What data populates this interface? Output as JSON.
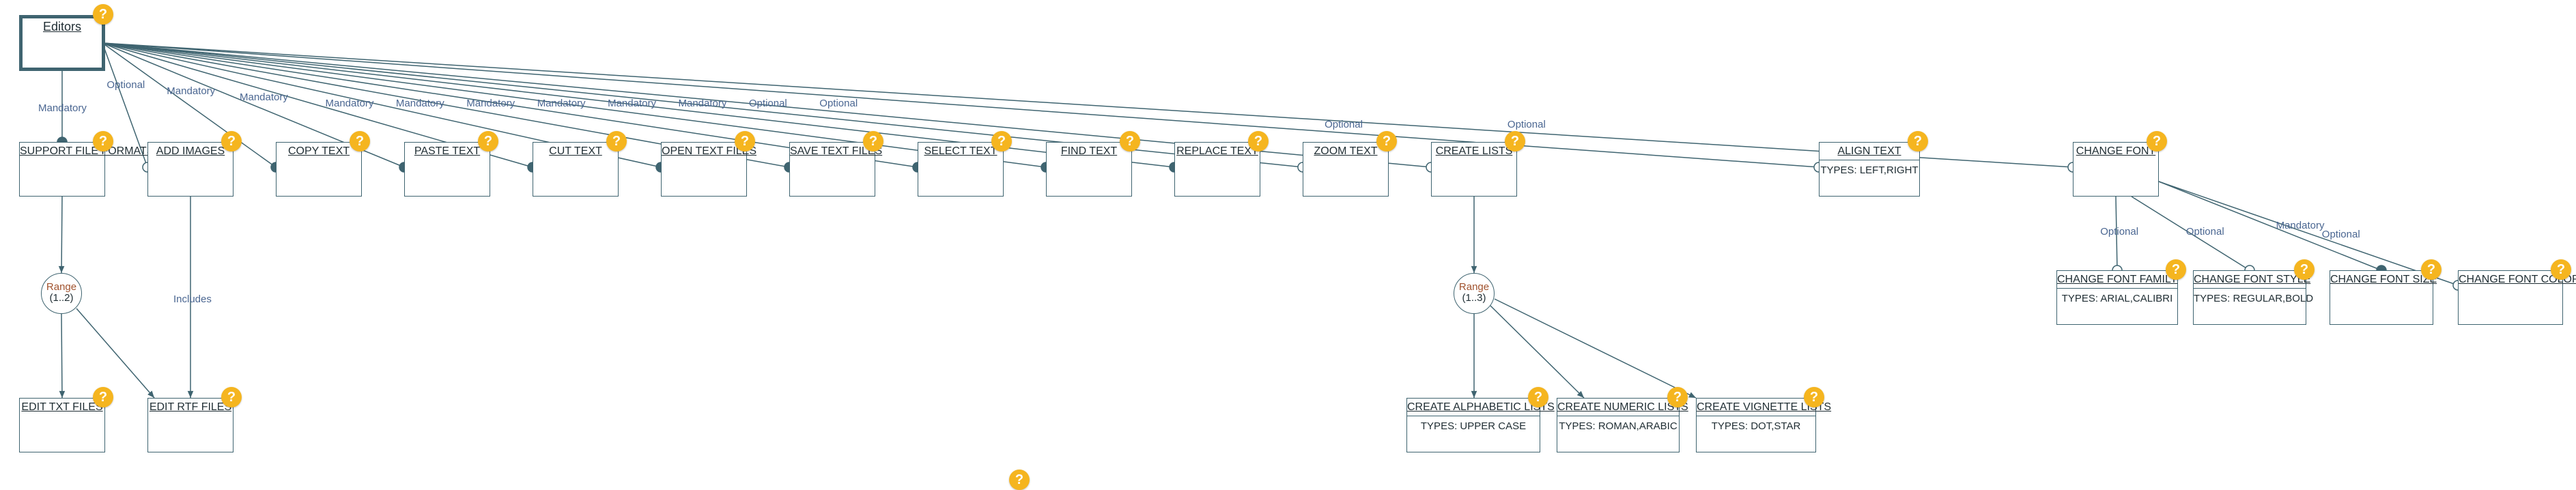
{
  "root": {
    "title": "Editors"
  },
  "features": [
    {
      "id": "support_file_formats",
      "title": "SUPPORT FILE FORMATS",
      "edge": "Mandatory"
    },
    {
      "id": "add_images",
      "title": "ADD IMAGES",
      "edge": "Optional"
    },
    {
      "id": "copy_text",
      "title": "COPY TEXT",
      "edge": "Mandatory"
    },
    {
      "id": "paste_text",
      "title": "PASTE TEXT",
      "edge": "Mandatory"
    },
    {
      "id": "cut_text",
      "title": "CUT TEXT",
      "edge": "Mandatory"
    },
    {
      "id": "open_text_files",
      "title": "OPEN TEXT FILES",
      "edge": "Mandatory"
    },
    {
      "id": "save_text_files",
      "title": "SAVE TEXT FILES",
      "edge": "Mandatory"
    },
    {
      "id": "select_text",
      "title": "SELECT TEXT",
      "edge": "Mandatory"
    },
    {
      "id": "find_text",
      "title": "FIND TEXT",
      "edge": "Mandatory"
    },
    {
      "id": "replace_text",
      "title": "REPLACE TEXT",
      "edge": "Mandatory"
    },
    {
      "id": "zoom_text",
      "title": "ZOOM TEXT",
      "edge": "Optional"
    },
    {
      "id": "create_lists",
      "title": "CREATE LISTS",
      "edge": "Optional"
    },
    {
      "id": "align_text",
      "title": "ALIGN TEXT",
      "subtitle": "TYPES: LEFT,RIGHT",
      "edge": "Optional"
    },
    {
      "id": "change_font",
      "title": "CHANGE FONT",
      "edge": "Optional"
    }
  ],
  "file_formats_group": {
    "range_label": "Range",
    "range_value": "(1..2)",
    "children": [
      {
        "id": "edit_txt_files",
        "title": "EDIT TXT FILES"
      },
      {
        "id": "edit_rtf_files",
        "title": "EDIT RTF FILES"
      }
    ],
    "includes_label": "Includes"
  },
  "lists_group": {
    "range_label": "Range",
    "range_value": "(1..3)",
    "children": [
      {
        "id": "create_alphabetic_lists",
        "title": "CREATE ALPHABETIC LISTS",
        "subtitle": "TYPES: UPPER CASE"
      },
      {
        "id": "create_numeric_lists",
        "title": "CREATE NUMERIC LISTS",
        "subtitle": "TYPES: ROMAN,ARABIC"
      },
      {
        "id": "create_vignette_lists",
        "title": "CREATE VIGNETTE LISTS",
        "subtitle": "TYPES: DOT,STAR"
      }
    ]
  },
  "font_group": {
    "children": [
      {
        "id": "change_font_family",
        "title": "CHANGE FONT FAMILY",
        "subtitle": "TYPES: ARIAL,CALIBRI",
        "edge": "Optional"
      },
      {
        "id": "change_font_style",
        "title": "CHANGE FONT STYLE",
        "subtitle": "TYPES: REGULAR,BOLD",
        "edge": "Optional"
      },
      {
        "id": "change_font_size",
        "title": "CHANGE FONT SIZE",
        "edge": "Mandatory"
      },
      {
        "id": "change_font_color",
        "title": "CHANGE FONT COLOR",
        "edge": "Optional"
      }
    ]
  },
  "colors": {
    "line": "#3f6470",
    "label": "#4a6691",
    "badge": "#f5b51f",
    "range_text": "#a0522d"
  }
}
